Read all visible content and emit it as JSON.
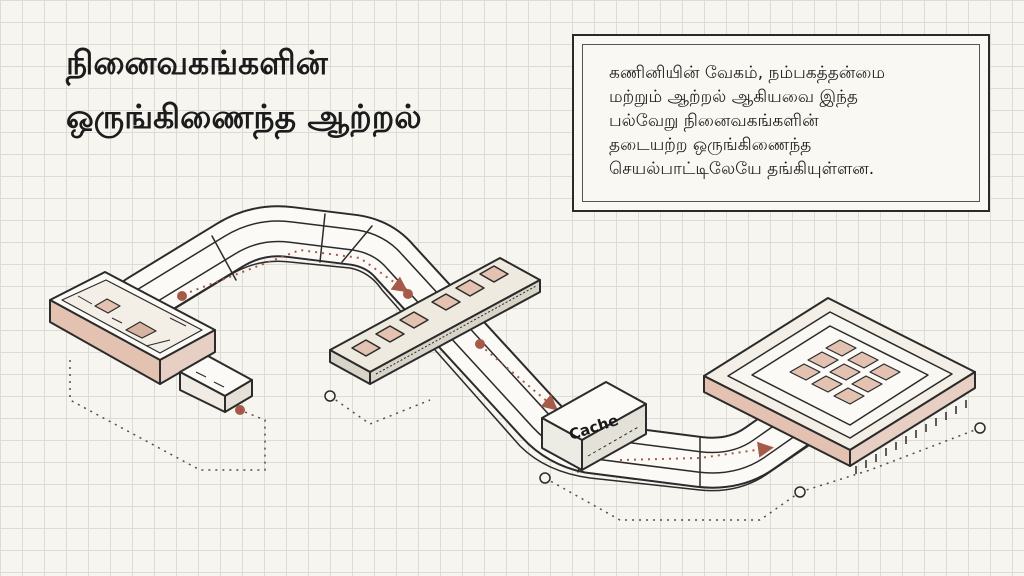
{
  "title": {
    "line1": "நினைவகங்களின்",
    "line2": "ஒருங்கிணைந்த ஆற்றல்"
  },
  "note": {
    "lines": [
      "கணினியின் வேகம், நம்பகத்தன்மை",
      "மற்றும் ஆற்றல் ஆகியவை இந்த",
      "பல்வேறு நினைவகங்களின்",
      "தடையற்ற ஒருங்கிணைந்த",
      "செயல்பாட்டிலேயே தங்கியுள்ளன."
    ]
  },
  "diagram": {
    "cache_label": "Cache",
    "components": [
      "usb-drive-icon",
      "ram-module-icon",
      "cache-block-icon",
      "cpu-chip-icon"
    ],
    "colors": {
      "ink": "#2b2b2b",
      "accent": "#a65a4a",
      "chip": "#e3c2b2",
      "paper": "#f6f5f0"
    }
  }
}
